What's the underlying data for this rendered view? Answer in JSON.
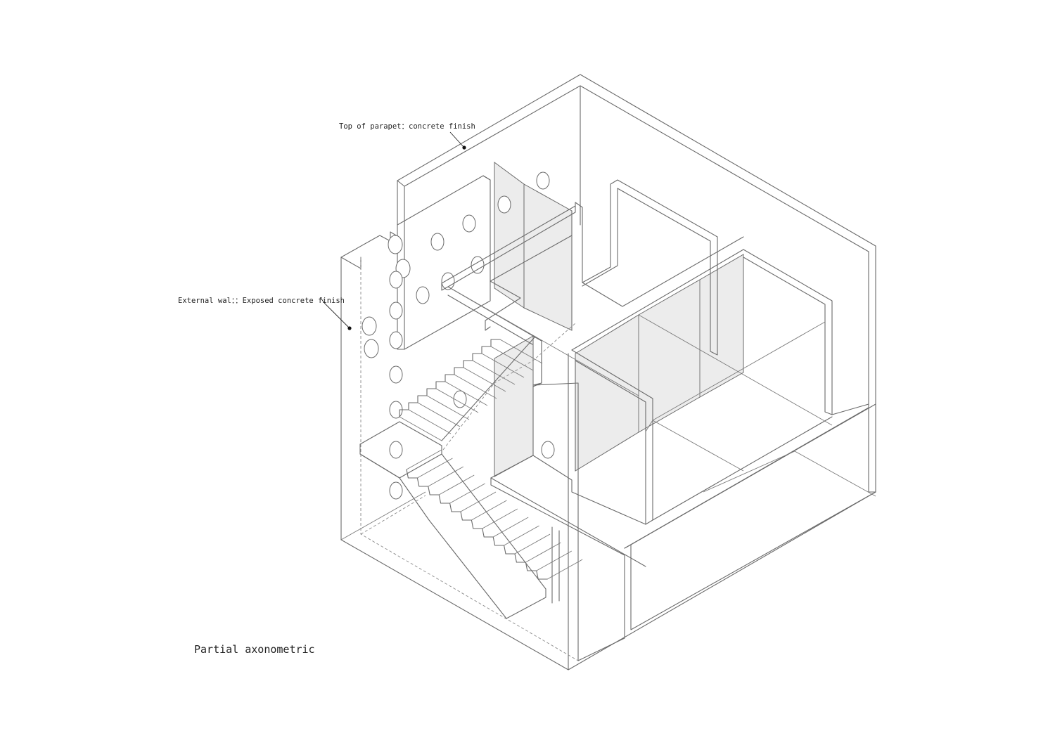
{
  "annotations": {
    "parapet": "Top of parapet：concrete finish",
    "external_wall": "External wal：：Exposed concrete finish"
  },
  "caption": "Partial axonometric"
}
